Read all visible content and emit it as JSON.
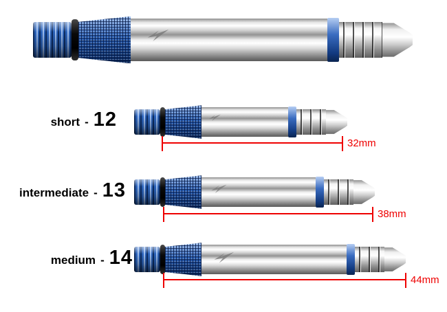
{
  "colors": {
    "background": "#ffffff",
    "dimension_red": "#ee0000",
    "label_black": "#000000",
    "shaft_blue": "#2a5fb4"
  },
  "sizes": [
    {
      "name": "short",
      "separator": "-",
      "number": "12",
      "length": "32mm"
    },
    {
      "name": "intermediate",
      "separator": "-",
      "number": "13",
      "length": "38mm"
    },
    {
      "name": "medium",
      "separator": "-",
      "number": "14",
      "length": "44mm"
    }
  ]
}
